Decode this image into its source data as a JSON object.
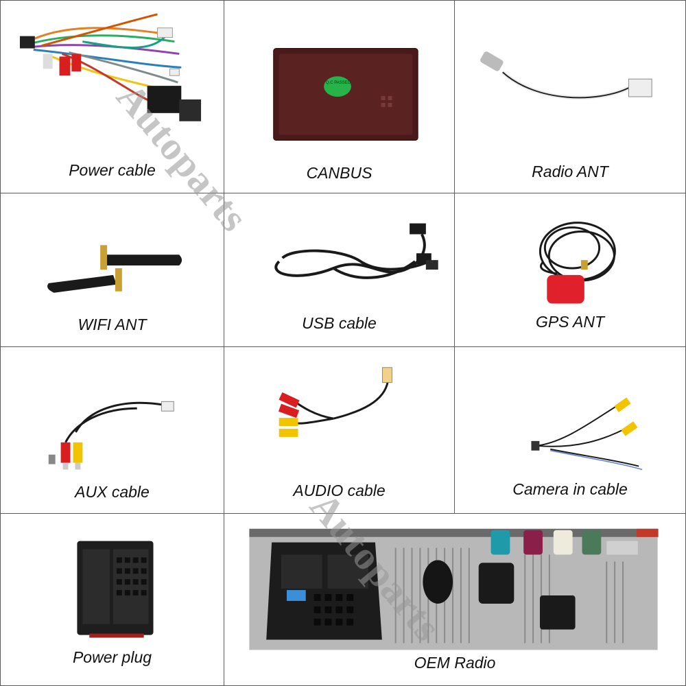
{
  "cells": [
    {
      "id": "power-cable",
      "label": "Power cable"
    },
    {
      "id": "canbus",
      "label": "CANBUS",
      "badge": "Q.C PASSED"
    },
    {
      "id": "radio-ant",
      "label": "Radio ANT"
    },
    {
      "id": "wifi-ant",
      "label": "WIFI ANT"
    },
    {
      "id": "usb-cable",
      "label": "USB cable"
    },
    {
      "id": "gps-ant",
      "label": "GPS ANT"
    },
    {
      "id": "aux-cable",
      "label": "AUX cable"
    },
    {
      "id": "audio-cable",
      "label": "AUDIO cable"
    },
    {
      "id": "camera-in-cable",
      "label": "Camera in cable"
    },
    {
      "id": "power-plug",
      "label": "Power plug"
    },
    {
      "id": "oem-radio",
      "label": "OEM Radio"
    }
  ],
  "watermarks": [
    "Autoparts",
    "Autoparts"
  ],
  "colors": {
    "border": "#5a5a5a",
    "canbus_box": "#4a1a1a",
    "gps_red": "#e0202a",
    "rca_red": "#d81e1e",
    "rca_yellow": "#f2c400",
    "badge_green": "#27b34a"
  }
}
